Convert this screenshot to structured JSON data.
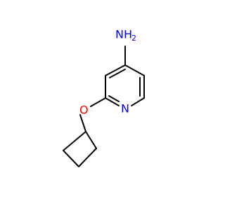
{
  "molecule": {
    "atoms": {
      "amine": {
        "text": "NH",
        "subscript": "2",
        "color": "#0000ff"
      },
      "ring_nitrogen": {
        "text": "N",
        "color": "#0000ff"
      },
      "ether_oxygen": {
        "text": "O",
        "color": "#ff0000"
      }
    },
    "bond_color": "#000000"
  }
}
